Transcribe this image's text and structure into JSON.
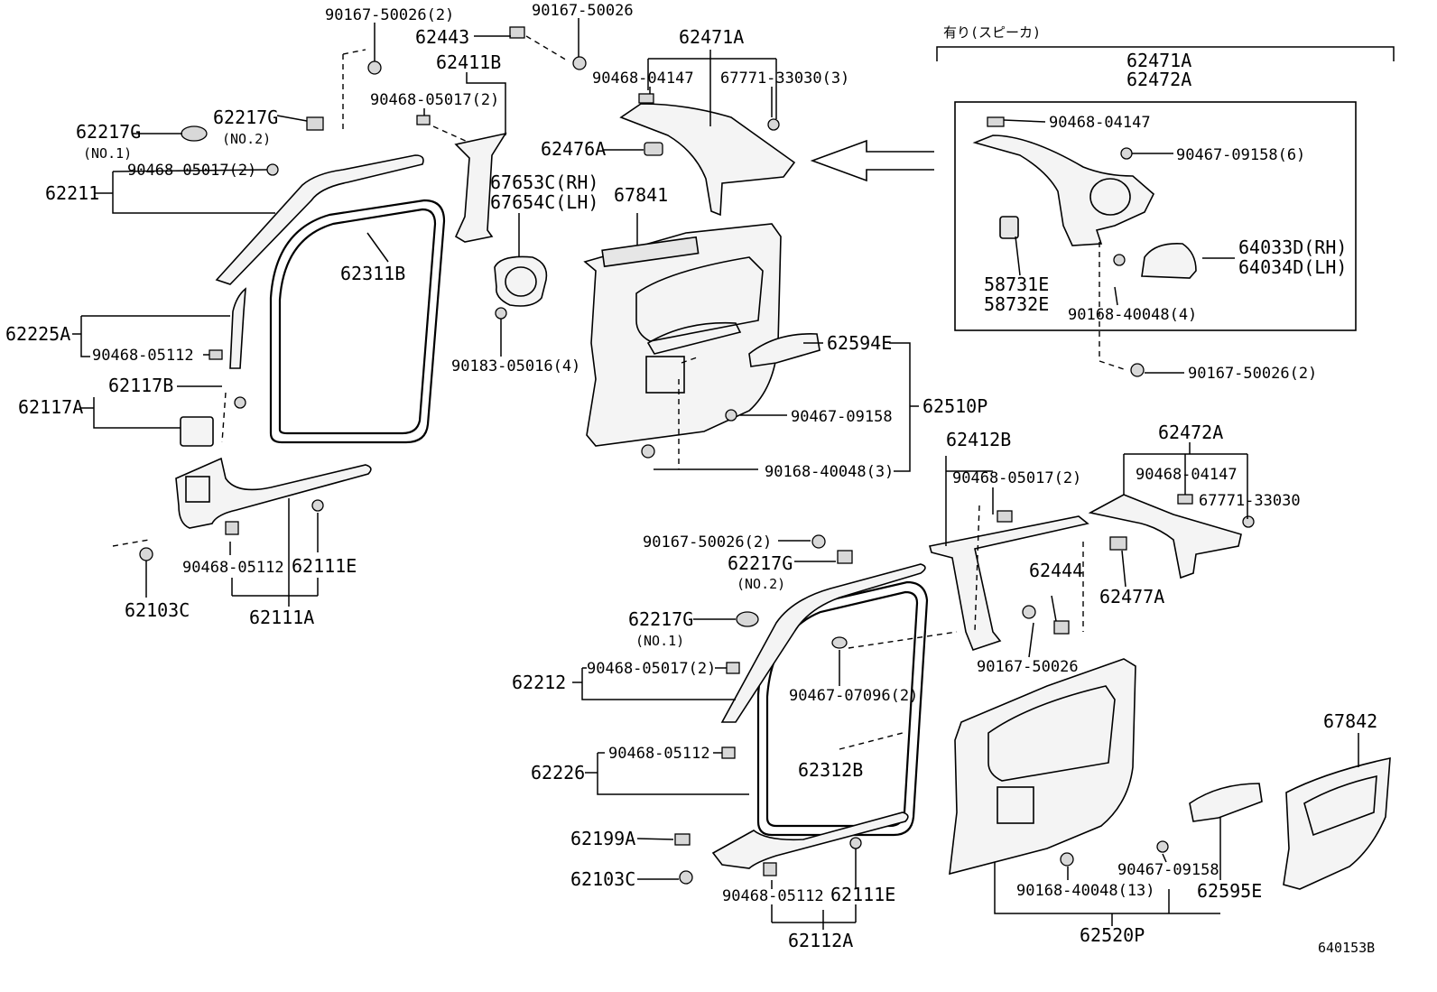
{
  "figure_code": "640153B",
  "speaker_header": "有り(スピーカ)",
  "labels": {
    "p90167_50026_2_top": "90167-50026(2)",
    "p90167_50026_top": "90167-50026",
    "p62443": "62443",
    "p62471A_top": "62471A",
    "p62411B": "62411B",
    "p90468_05017_2_mid": "90468-05017(2)",
    "p90468_04147_top": "90468-04147",
    "p67771_33030_3": "67771-33030(3)",
    "p62217G_no2_top": "62217G",
    "no2_top": "(NO.2)",
    "p62217G_no1_top": "62217G",
    "no1_top": "(NO.1)",
    "p90468_05017_2_left": "90468-05017(2)",
    "p62211": "62211",
    "p62476A": "62476A",
    "p67653C": "67653C(RH)",
    "p67654C": "67654C(LH)",
    "p67841": "67841",
    "p62311B": "62311B",
    "p62225A": "62225A",
    "p90468_05112_left": "90468-05112",
    "p90183_05016_4": "90183-05016(4)",
    "p62594E": "62594E",
    "p62117B": "62117B",
    "p62117A": "62117A",
    "p90467_09158_mid": "90467-09158",
    "p62510P": "62510P",
    "p90168_40048_3": "90168-40048(3)",
    "p90468_05112_bl": "90468-05112",
    "p62111E_left": "62111E",
    "p62103C_left": "62103C",
    "p62111A": "62111A",
    "box_62471A": "62471A",
    "box_62472A": "62472A",
    "box_90468_04147": "90468-04147",
    "box_90467_09158_6": "90467-09158(6)",
    "box_64033D": "64033D(RH)",
    "box_64034D": "64034D(LH)",
    "box_58731E": "58731E",
    "box_58732E": "58732E",
    "box_90168_40048_4": "90168-40048(4)",
    "p90167_50026_2_right": "90167-50026(2)",
    "p62412B": "62412B",
    "p62472A": "62472A",
    "p90468_05017_2_right": "90468-05017(2)",
    "p90468_04147_right": "90468-04147",
    "p67771_33030": "67771-33030",
    "p90167_50026_2_lower": "90167-50026(2)",
    "p62217G_no2_lower": "62217G",
    "no2_lower": "(NO.2)",
    "p62444": "62444",
    "p62477A": "62477A",
    "p62217G_no1_lower": "62217G",
    "no1_lower": "(NO.1)",
    "p90167_50026_lower": "90167-50026",
    "p62212": "62212",
    "p90468_05017_2_lower": "90468-05017(2)",
    "p90467_07096_2": "90467-07096(2)",
    "p67842": "67842",
    "p62226": "62226",
    "p90468_05112_lower": "90468-05112",
    "p62312B": "62312B",
    "p62199A": "62199A",
    "p62103C_lower": "62103C",
    "p90468_05112_br": "90468-05112",
    "p62111E_lower": "62111E",
    "p62112A": "62112A",
    "p90168_40048_13": "90168-40048(13)",
    "p90467_09158_lower": "90467-09158",
    "p62595E": "62595E",
    "p62520P": "62520P"
  }
}
